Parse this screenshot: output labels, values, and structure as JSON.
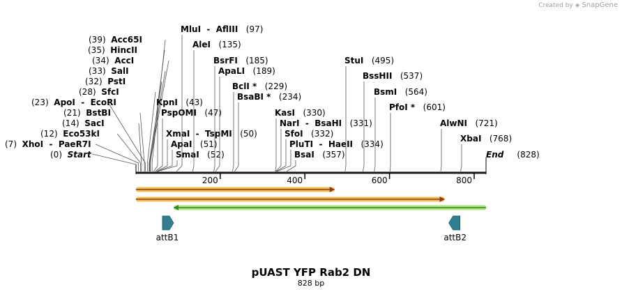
{
  "watermark": {
    "prefix": "Created by",
    "brand": "SnapGene"
  },
  "title": "pUAST YFP Rab2 DN",
  "subtitle": "828 bp",
  "map": {
    "bp_start": 1,
    "bp_end": 828,
    "axis_ticks": [
      "200",
      "400",
      "600",
      "800"
    ],
    "axis_tick_values": [
      200,
      400,
      600,
      800
    ]
  },
  "sites": [
    {
      "name": "XhoI",
      "iso": "PaeR7I",
      "pos": "(7)",
      "bp": 7
    },
    {
      "name": "Eco53kI",
      "pos": "(12)",
      "bp": 12
    },
    {
      "name": "SacI",
      "pos": "(14)",
      "bp": 14
    },
    {
      "name": "BstBI",
      "pos": "(21)",
      "bp": 21
    },
    {
      "name": "ApoI",
      "iso": "EcoRI",
      "pos": "(23)",
      "bp": 23
    },
    {
      "name": "SfcI",
      "pos": "(28)",
      "bp": 28
    },
    {
      "name": "PstI",
      "pos": "(32)",
      "bp": 32
    },
    {
      "name": "SalI",
      "pos": "(33)",
      "bp": 33
    },
    {
      "name": "AccI",
      "pos": "(34)",
      "bp": 34
    },
    {
      "name": "HincII",
      "pos": "(35)",
      "bp": 35
    },
    {
      "name": "Acc65I",
      "pos": "(39)",
      "bp": 39
    },
    {
      "name": "KpnI",
      "pos": "(43)",
      "bp": 43
    },
    {
      "name": "PspOMI",
      "pos": "(47)",
      "bp": 47
    },
    {
      "name": "XmaI",
      "iso": "TspMI",
      "pos": "(50)",
      "bp": 50
    },
    {
      "name": "ApaI",
      "pos": "(51)",
      "bp": 51
    },
    {
      "name": "SmaI",
      "pos": "(52)",
      "bp": 52
    },
    {
      "name": "MluI",
      "iso": "AflIII",
      "pos": "(97)",
      "bp": 97
    },
    {
      "name": "AleI",
      "pos": "(135)",
      "bp": 135
    },
    {
      "name": "BsrFI",
      "pos": "(185)",
      "bp": 185
    },
    {
      "name": "ApaLI",
      "pos": "(189)",
      "bp": 189
    },
    {
      "name": "BclI *",
      "pos": "(229)",
      "bp": 229
    },
    {
      "name": "BsaBI *",
      "pos": "(234)",
      "bp": 234
    },
    {
      "name": "KasI",
      "pos": "(330)",
      "bp": 330
    },
    {
      "name": "NarI",
      "iso": "BsaHI",
      "pos": "(331)",
      "bp": 331
    },
    {
      "name": "SfoI",
      "pos": "(332)",
      "bp": 332
    },
    {
      "name": "PluTI",
      "iso": "HaeII",
      "pos": "(334)",
      "bp": 334
    },
    {
      "name": "BsaI",
      "pos": "(357)",
      "bp": 357
    },
    {
      "name": "StuI",
      "pos": "(495)",
      "bp": 495
    },
    {
      "name": "BssHII",
      "pos": "(537)",
      "bp": 537
    },
    {
      "name": "BsmI",
      "pos": "(564)",
      "bp": 564
    },
    {
      "name": "PfoI *",
      "pos": "(601)",
      "bp": 601
    },
    {
      "name": "AlwNI",
      "pos": "(721)",
      "bp": 721
    },
    {
      "name": "XbaI",
      "pos": "(768)",
      "bp": 768
    }
  ],
  "ends": [
    {
      "name": "Start",
      "pos": "(0)",
      "bp": 0
    },
    {
      "name": "End",
      "pos": "(828)",
      "bp": 828
    }
  ],
  "features": [
    {
      "type": "orf",
      "from": 1,
      "to": 470,
      "direction": "right",
      "fill": "#f2b33a",
      "core": "#8a3b1a"
    },
    {
      "type": "orf",
      "from": 1,
      "to": 730,
      "direction": "right",
      "fill": "#f2b33a",
      "core": "#8a3b1a"
    },
    {
      "type": "orf",
      "from": 90,
      "to": 828,
      "direction": "left",
      "fill": "#a6dd6a",
      "core": "#2f8a1f"
    }
  ],
  "att_sites": [
    {
      "label": "attB1",
      "bp": 75,
      "direction": "right",
      "color": "#2f7f8f"
    },
    {
      "label": "attB2",
      "bp": 755,
      "direction": "left",
      "color": "#2f7f8f"
    }
  ]
}
